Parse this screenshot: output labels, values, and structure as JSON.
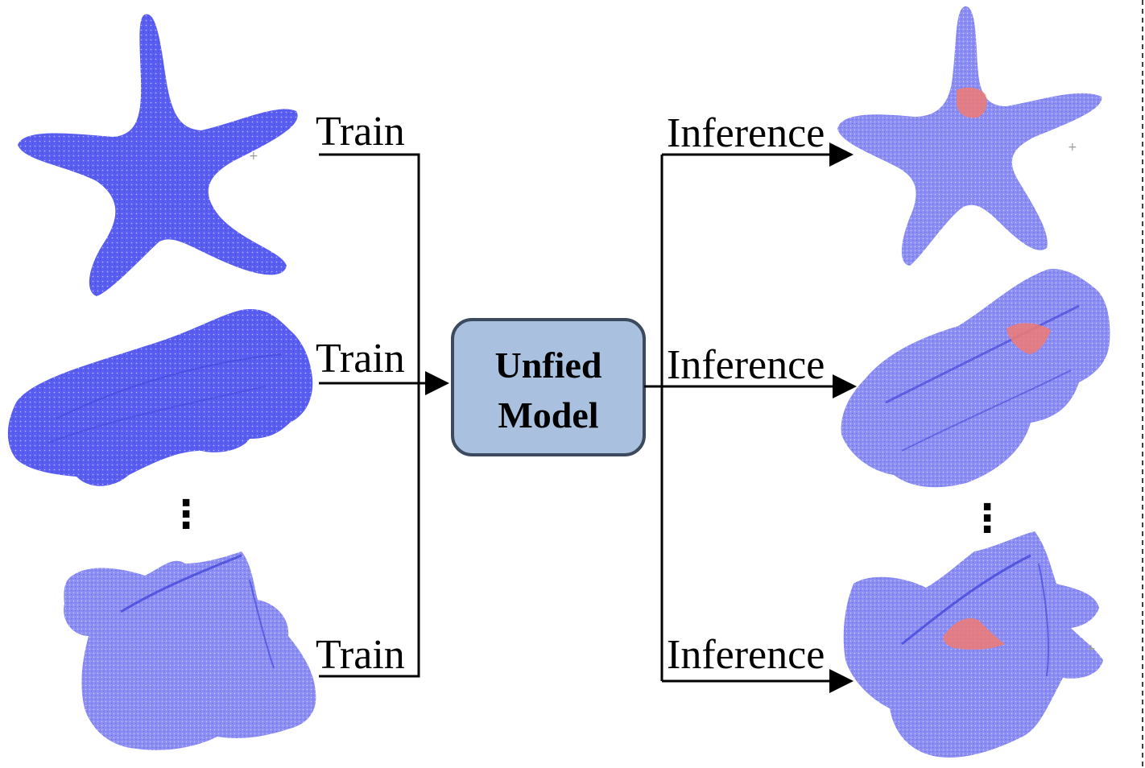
{
  "train_labels": [
    "Train",
    "Train",
    "Train"
  ],
  "inference_labels": [
    "Inference",
    "Inference",
    "Inference"
  ],
  "model": {
    "line1": "Unfied",
    "line2": "Model",
    "fill": "#a9c0df",
    "stroke": "#3b4a5e"
  },
  "ellipsis": "⋮",
  "colors": {
    "point_cloud": "#5a5ef0",
    "anomaly": "#f07a72"
  }
}
